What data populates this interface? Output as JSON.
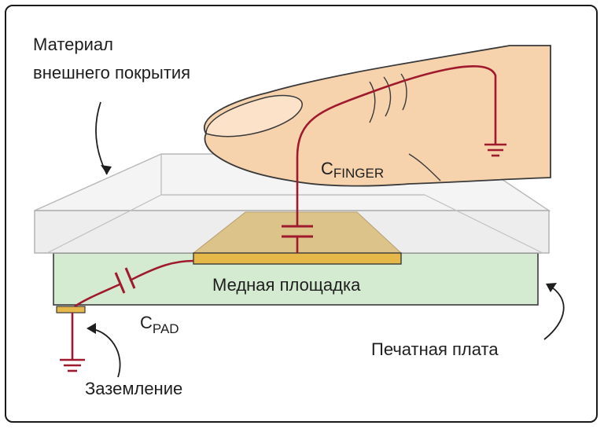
{
  "labels": {
    "overlay_line1": "Материал",
    "overlay_line2": "внешнего покрытия",
    "cap_finger_main": "C",
    "cap_finger_sub": "FINGER",
    "copper_pad": "Медная площадка",
    "cap_pad_main": "C",
    "cap_pad_sub": "PAD",
    "pcb": "Печатная плата",
    "ground": "Заземление"
  },
  "colors": {
    "overlay_fill": "#f1f1f1",
    "overlay_edge": "#c8c8c8",
    "pcb_fill": "#d5ebd1",
    "copper_fill": "#e6b84a",
    "copper_shadow": "#dcc38a",
    "finger_fill": "#f6d2ad",
    "wire": "#9e1a2c",
    "stroke": "#3a3a3a"
  }
}
